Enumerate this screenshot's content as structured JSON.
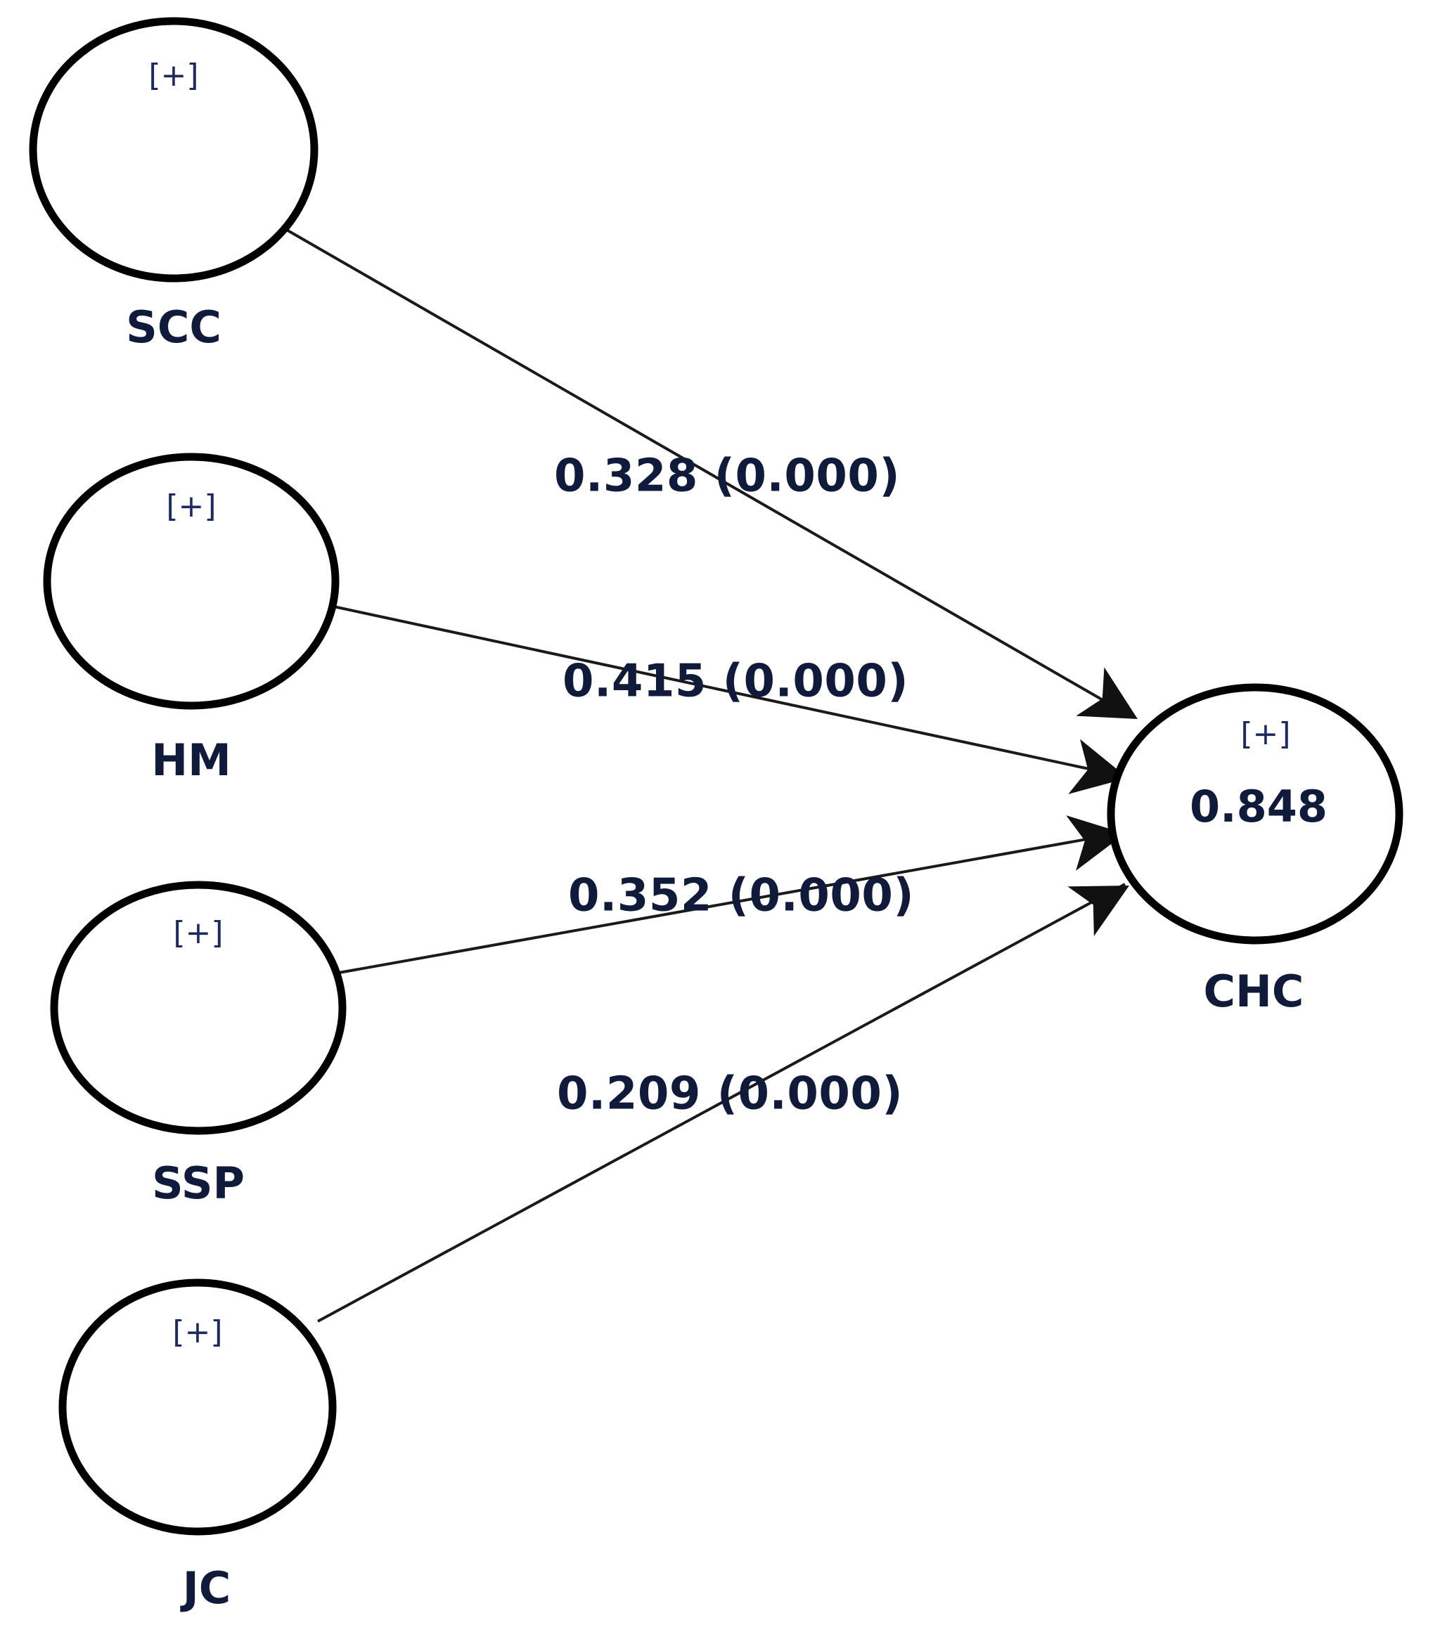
{
  "diagram": {
    "type": "structural-equation-model-path-diagram",
    "positive_sign_badge": "[+]",
    "background_color": "#ffffff",
    "stroke_color": "#000000",
    "text_color": "#101a3a"
  },
  "nodes": {
    "scc": {
      "caption": "SCC",
      "badge": "[+]"
    },
    "hm": {
      "caption": "HM",
      "badge": "[+]"
    },
    "ssp": {
      "caption": "SSP",
      "badge": "[+]"
    },
    "jc": {
      "caption": "JC",
      "badge": "[+]"
    },
    "chc": {
      "caption": "CHC",
      "badge": "[+]",
      "r_squared": "0.848"
    }
  },
  "paths": {
    "scc_to_chc": {
      "label": "0.328 (0.000)",
      "coefficient": 0.328,
      "p_value": 0.0
    },
    "hm_to_chc": {
      "label": "0.415 (0.000)",
      "coefficient": 0.415,
      "p_value": 0.0
    },
    "ssp_to_chc": {
      "label": "0.352 (0.000)",
      "coefficient": 0.352,
      "p_value": 0.0
    },
    "jc_to_chc": {
      "label": "0.209 (0.000)",
      "coefficient": 0.209,
      "p_value": 0.0
    }
  },
  "chart_data": {
    "type": "diagram",
    "title": "",
    "exogenous_constructs": [
      "SCC",
      "HM",
      "SSP",
      "JC"
    ],
    "endogenous_construct": "CHC",
    "endogenous_r_squared": 0.848,
    "series": [
      {
        "name": "SCC -> CHC",
        "coefficient": 0.328,
        "p_value": 0.0,
        "label": "0.328 (0.000)"
      },
      {
        "name": "HM -> CHC",
        "coefficient": 0.415,
        "p_value": 0.0,
        "label": "0.415 (0.000)"
      },
      {
        "name": "SSP -> CHC",
        "coefficient": 0.352,
        "p_value": 0.0,
        "label": "0.352 (0.000)"
      },
      {
        "name": "JC -> CHC",
        "coefficient": 0.209,
        "p_value": 0.0,
        "label": "0.209 (0.000)"
      }
    ]
  }
}
